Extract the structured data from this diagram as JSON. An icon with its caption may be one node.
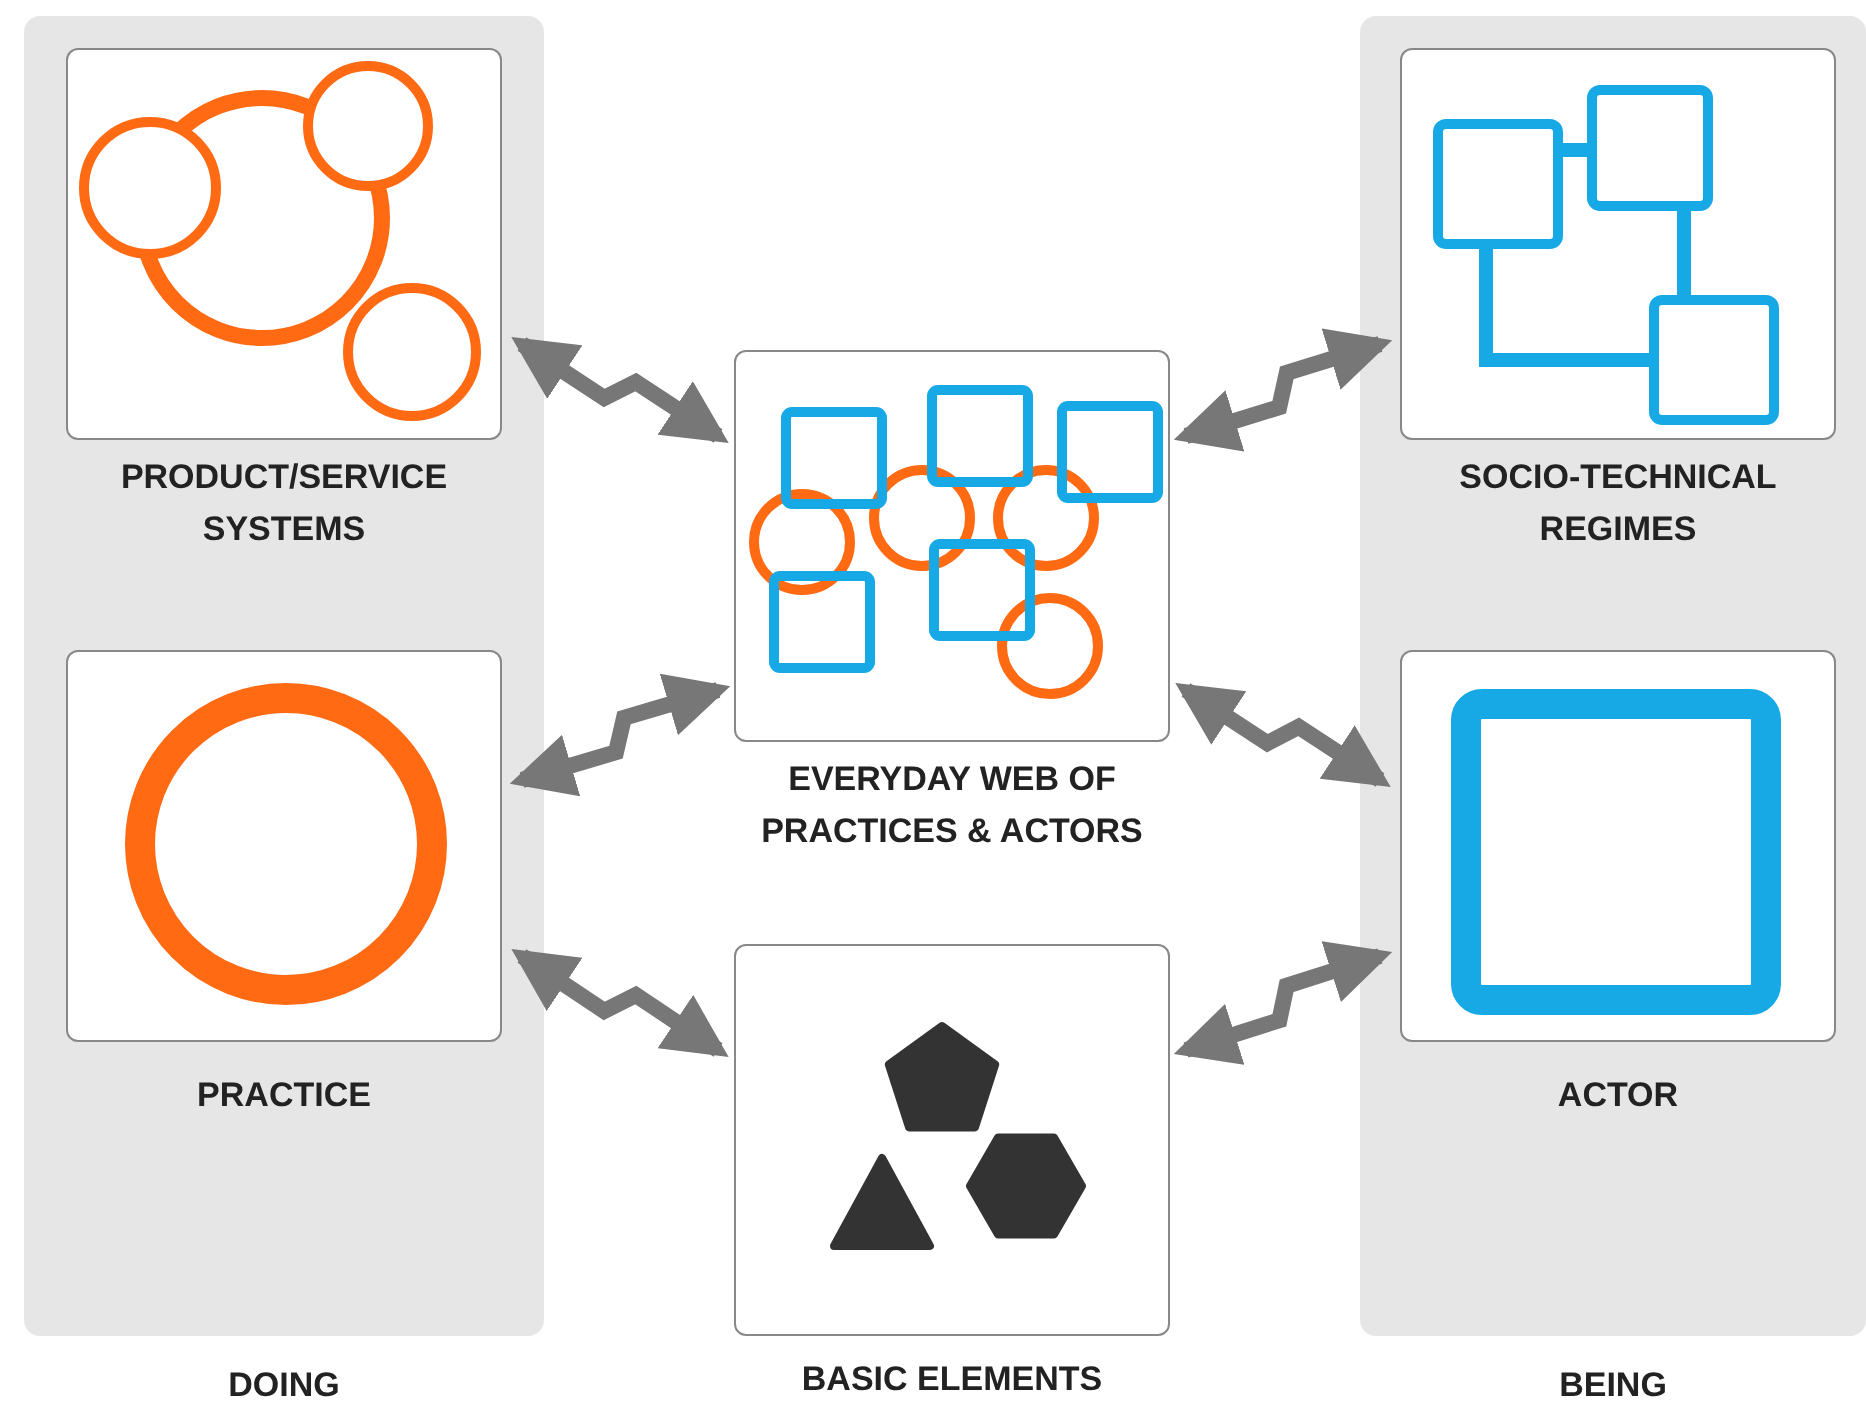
{
  "diagram": {
    "nodes": [
      {
        "text": [
          "DOING"
        ]
      },
      {
        "text": [
          "PRODUCT/SERVICE SYSTEMS"
        ],
        "in": 0
      },
      {
        "text": [
          "PRACTICE"
        ],
        "in": 0
      },
      {
        "text": [
          "BEING"
        ]
      },
      {
        "text": [
          "SOCIO-TECHNICAL REGIMES"
        ],
        "in": 3
      },
      {
        "text": [
          "ACTOR"
        ],
        "in": 3
      },
      {
        "text": [
          "EVERYDAY WEB OF PRACTICES & ACTORS"
        ]
      },
      {
        "text": [
          "BASIC ELEMENTS"
        ]
      }
    ],
    "edges": [
      {
        "from": 1,
        "to": 6,
        "arrow": "both"
      },
      {
        "from": 2,
        "to": 6,
        "arrow": "both"
      },
      {
        "from": 2,
        "to": 7,
        "arrow": "both"
      },
      {
        "from": 4,
        "to": 6,
        "arrow": "both"
      },
      {
        "from": 5,
        "to": 6,
        "arrow": "both"
      },
      {
        "from": 5,
        "to": 7,
        "arrow": "both"
      }
    ]
  }
}
